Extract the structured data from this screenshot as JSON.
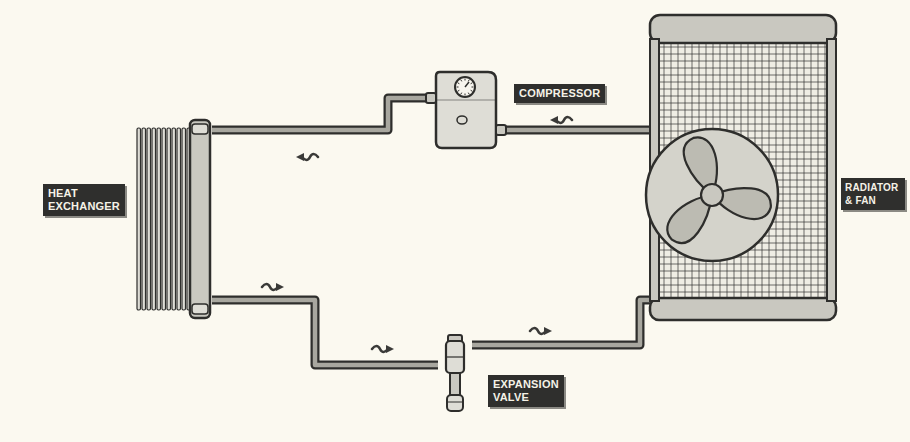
{
  "diagram": {
    "nodes": [
      {
        "text": [
          "COMPRESSOR"
        ]
      },
      {
        "text": [
          "HEAT EXCHANGER"
        ]
      },
      {
        "text": [
          "RADIATOR & FAN"
        ]
      },
      {
        "text": [
          "EXPANSION VALVE"
        ]
      }
    ],
    "edges": [
      {
        "from": 0,
        "to": 1,
        "arrow": "none"
      },
      {
        "from": 2,
        "to": 0,
        "arrow": "none"
      },
      {
        "from": 1,
        "to": 3,
        "arrow": "none"
      },
      {
        "from": 3,
        "to": 2,
        "arrow": "none"
      }
    ]
  }
}
